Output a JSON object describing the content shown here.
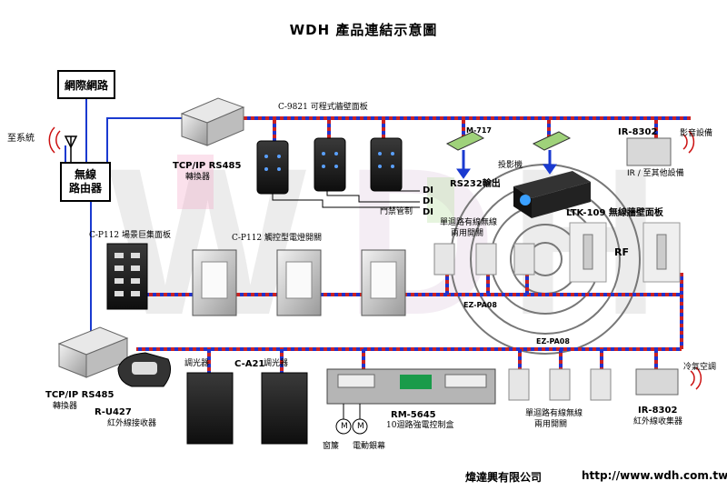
{
  "title": "WDH 產品連結示意圖",
  "left": {
    "internet": "網際網路",
    "system_label": "至系統",
    "router_line1": "無線",
    "router_line2": "路由器",
    "converter_top_line1": "TCP/IP  RS485",
    "converter_top_line2": "轉換器",
    "converter_bottom_line1": "TCP/IP  RS485",
    "converter_bottom_line2": "轉換器"
  },
  "top": {
    "c9821": "C-9821 可程式牆壁面板",
    "m717": "M-717",
    "rs232": "RS232輸出",
    "ir8302": "IR-8302",
    "av_label": "影音設備",
    "ir_other": "IR / 至其他設備",
    "projector": "投影機",
    "di1": "DI",
    "di2": "DI",
    "di3": "DI",
    "door": "門禁管制",
    "ltk109": "LTK-109 無線牆壁面板",
    "rf": "RF"
  },
  "middle": {
    "cp112_scene": "C-P112 場景巨集面板",
    "cp112_touch": "C-P112 觸控型電燈開關",
    "single_wireless_1": "單迴路有線無線",
    "single_wireless_2": "兩用開關",
    "ezpa08_1": "EZ-PA08",
    "ezpa08_2": "EZ-PA08"
  },
  "bottom": {
    "ru427": "R-U427",
    "ir_receiver": "紅外線接收器",
    "dimmer1": "調光器",
    "ca21": "C-A21",
    "dimmer2": "調光器",
    "rm5645": "RM-5645",
    "rm5645_desc": "10迴路強電控制盒",
    "curtain": "窗簾",
    "screen": "電動銀幕",
    "single_wireless_1": "單迴路有線無線",
    "single_wireless_2": "兩用開關",
    "ir8302": "IR-8302",
    "ir8302_desc": "紅外線收集器",
    "aircon": "冷氣空調",
    "motor_m": "M"
  },
  "footer": {
    "company": "煒達興有限公司",
    "url": "http://www.wdh.com.tw"
  },
  "colors": {
    "bus_blue": "#2233cc",
    "bus_red": "#cc2222",
    "link_blue": "#1a3ad0",
    "signal_red": "#cc1111",
    "panel_dark": "#1c1c1c",
    "switch_gray": "#bfbfbf"
  }
}
